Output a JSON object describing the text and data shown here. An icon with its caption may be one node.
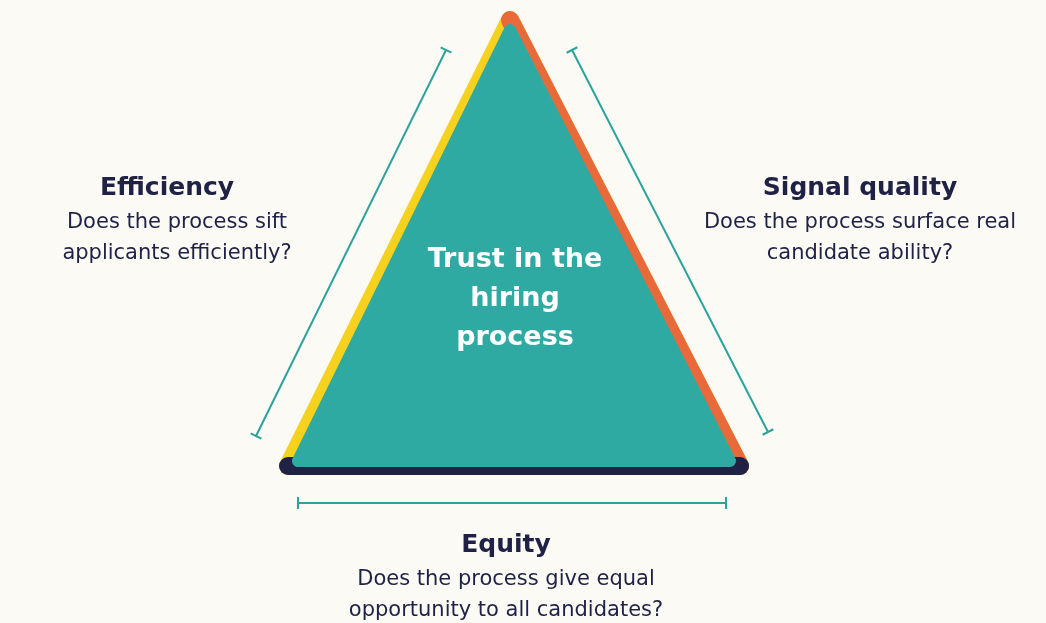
{
  "diagram": {
    "nodes": [
      {
        "text": [
          "Trust in the hiring process"
        ]
      }
    ],
    "labels": [
      "Efficiency",
      "Does the process sift applicants efficiently?",
      "Signal quality",
      "Does the process surface real candidate ability?",
      "Equity",
      "Does the process give equal opportunity to all candidates?"
    ]
  }
}
